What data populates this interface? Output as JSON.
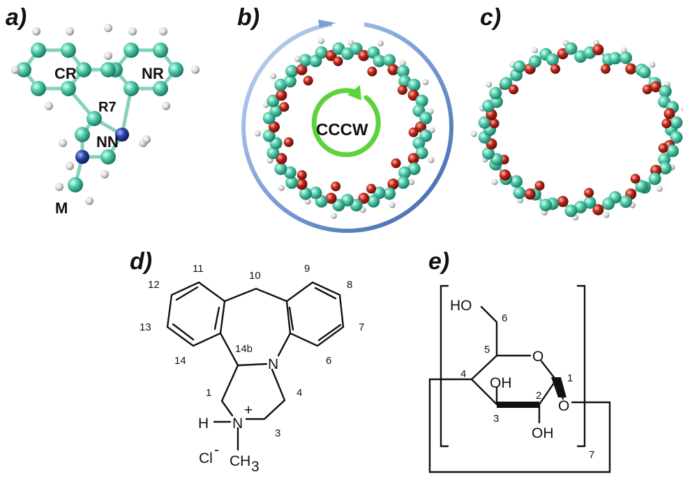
{
  "panels": {
    "a": {
      "label": "a)",
      "ring_labels": [
        "CR",
        "NR",
        "R7",
        "NN",
        "M"
      ]
    },
    "b": {
      "label": "b)",
      "center_label": "CCCW"
    },
    "c": {
      "label": "c)"
    },
    "d": {
      "label": "d)",
      "numbers": [
        "11",
        "10",
        "9",
        "8",
        "12",
        "7",
        "13",
        "14b",
        "14",
        "6",
        "1",
        "4",
        "3"
      ],
      "atoms": {
        "n_top": "N",
        "h": "H",
        "n_plus": "N",
        "plus": "+",
        "cl": "Cl",
        "cl_charge": "-",
        "ch3_main": "CH",
        "ch3_sub": "3"
      }
    },
    "e": {
      "label": "e)",
      "atoms": {
        "ho": "HO",
        "o_ring": "O",
        "oh_top": "OH",
        "oh_bottom": "OH",
        "o_glycosidic": "O"
      },
      "numbers": [
        "6",
        "5",
        "4",
        "1",
        "2",
        "3"
      ],
      "repeat_subscript": "7"
    }
  },
  "colors": {
    "carbon": "#4fc9a9",
    "hydrogen": "#d9d9d9",
    "nitrogen": "#1f3a93",
    "oxygen": "#c0241a",
    "ring_arrow": "#7a9ed6",
    "cccw_arrow": "#5ed23a"
  }
}
